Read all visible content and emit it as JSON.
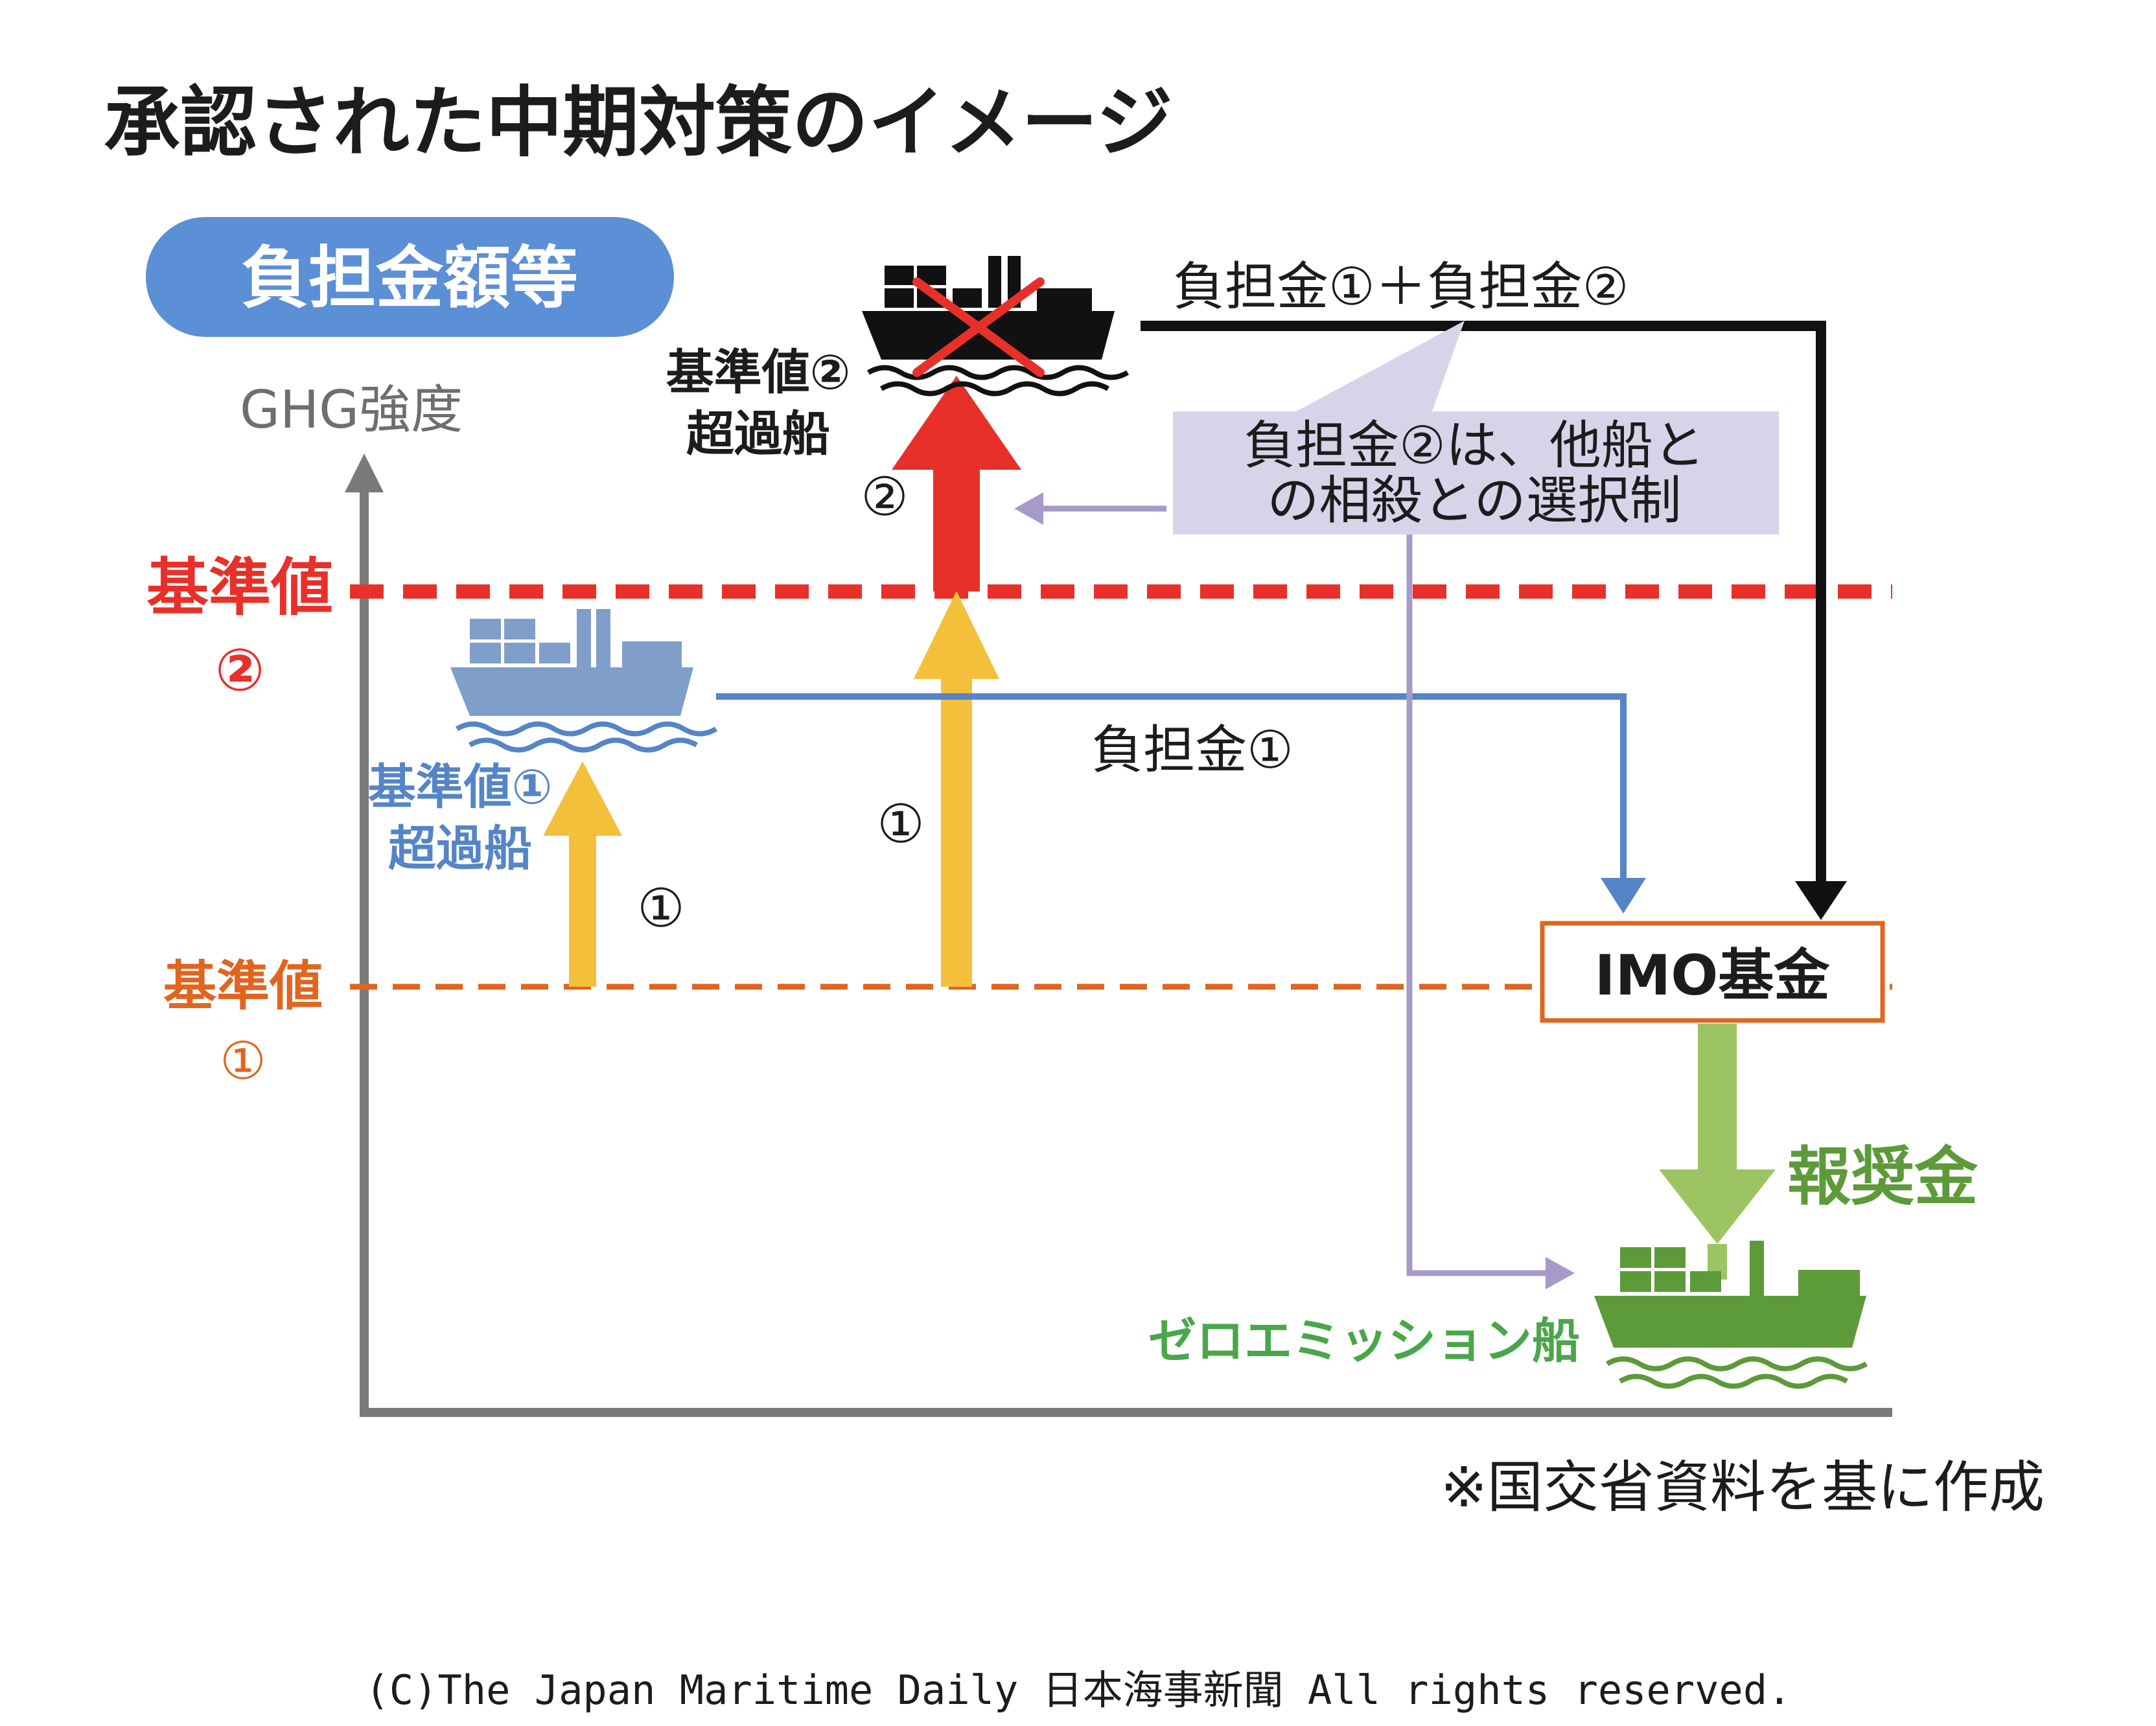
{
  "title": "承認された中期対策のイメージ",
  "badge": "負担金額等",
  "y_axis_label": "GHG強度",
  "threshold_2": {
    "label_line1": "基準値",
    "label_line2": "②"
  },
  "threshold_1": {
    "label_line1": "基準値",
    "label_line1b": "①"
  },
  "ship_top_label": [
    "基準値②",
    "超過船"
  ],
  "ship_mid_label": [
    "基準値①",
    "超過船"
  ],
  "ship_zero_label": "ゼロエミッション船",
  "arrow_labels": {
    "red_top": "②",
    "yellow_tall": "①",
    "yellow_short": "①"
  },
  "flow_top_label": "負担金①＋負担金②",
  "flow_mid_label": "負担金①",
  "callout": [
    "負担金②は、他船と",
    "の相殺との選択制"
  ],
  "fund_box": "IMO基金",
  "reward_label": "報奨金",
  "source_note": "※国交省資料を基に作成",
  "copyright": "(C)The Japan Maritime Daily 日本海事新聞 All rights reserved.",
  "colors": {
    "red": "#e8302a",
    "orange": "#e0651f",
    "yellow": "#f4c03c",
    "blue": "#5585c6",
    "navy_badge": "#5b8fd6",
    "black": "#111111",
    "purple": "#a799c9",
    "callout_bg": "#d9d3ea",
    "green": "#5c9a3a",
    "green_arrow": "#9cc463",
    "axis": "#7a7a7a"
  }
}
